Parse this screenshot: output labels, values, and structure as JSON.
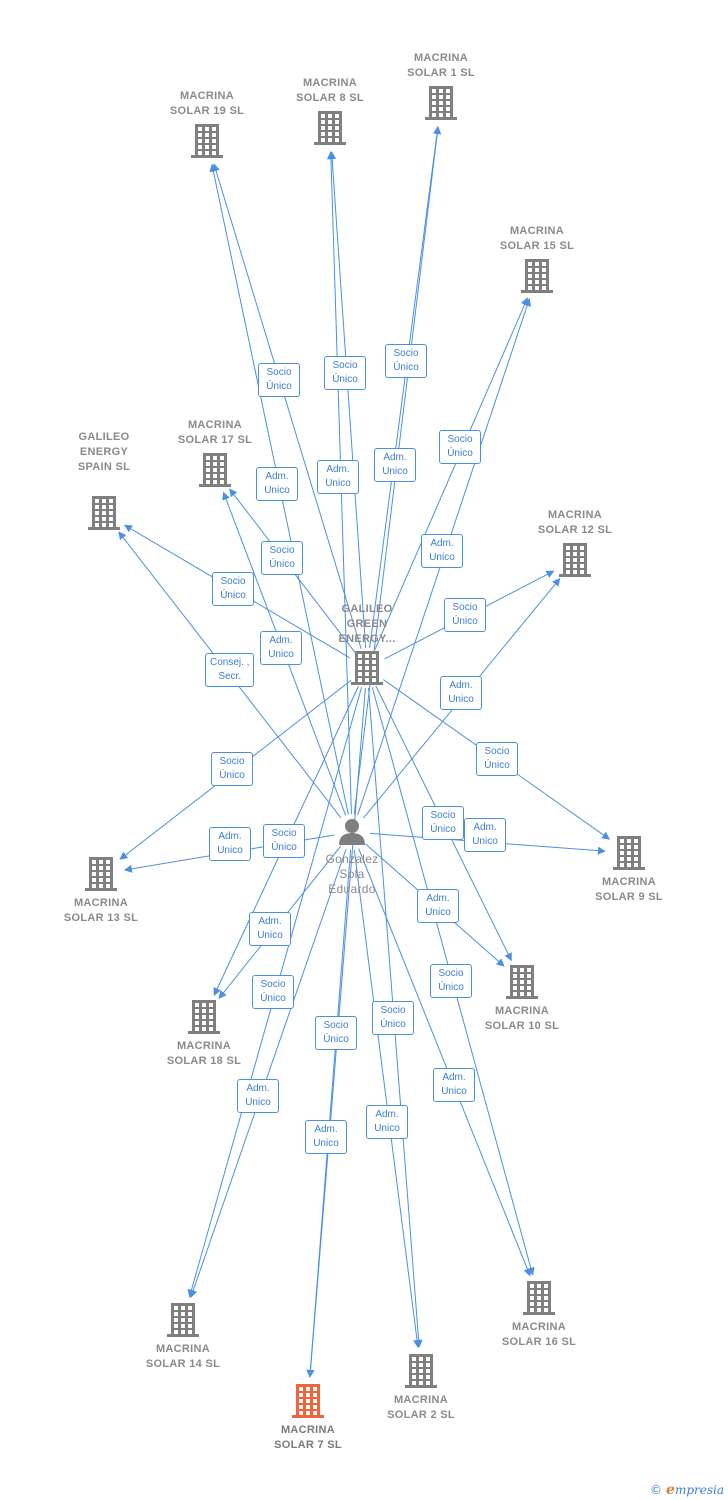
{
  "colors": {
    "edge": "#4a90e2",
    "building": "#7f7f7f",
    "building_highlight": "#f0643c",
    "person": "#7f7f7f",
    "label": "#8a8a8a"
  },
  "center_company": {
    "id": "galileo_green",
    "label": "GALILEO\nGREEN\nENERGY..."
  },
  "center_person": {
    "id": "person",
    "label": "Gonzalez\nSola\nEduardo"
  },
  "nodes": [
    {
      "id": "solar1",
      "label": "MACRINA\nSOLAR 1  SL",
      "icon": "building-icon"
    },
    {
      "id": "solar8",
      "label": "MACRINA\nSOLAR 8  SL",
      "icon": "building-icon"
    },
    {
      "id": "solar19",
      "label": "MACRINA\nSOLAR 19  SL",
      "icon": "building-icon"
    },
    {
      "id": "solar15",
      "label": "MACRINA\nSOLAR 15  SL",
      "icon": "building-icon"
    },
    {
      "id": "solar17",
      "label": "MACRINA\nSOLAR 17  SL",
      "icon": "building-icon"
    },
    {
      "id": "galileo_spain",
      "label": "GALILEO\nENERGY\nSPAIN  SL",
      "icon": "building-icon"
    },
    {
      "id": "solar12",
      "label": "MACRINA\nSOLAR 12  SL",
      "icon": "building-icon"
    },
    {
      "id": "solar9",
      "label": "MACRINA\nSOLAR 9  SL",
      "icon": "building-icon"
    },
    {
      "id": "solar13",
      "label": "MACRINA\nSOLAR 13  SL",
      "icon": "building-icon"
    },
    {
      "id": "solar10",
      "label": "MACRINA\nSOLAR 10  SL",
      "icon": "building-icon"
    },
    {
      "id": "solar18",
      "label": "MACRINA\nSOLAR 18  SL",
      "icon": "building-icon"
    },
    {
      "id": "solar16",
      "label": "MACRINA\nSOLAR 16  SL",
      "icon": "building-icon"
    },
    {
      "id": "solar14",
      "label": "MACRINA\nSOLAR 14  SL",
      "icon": "building-icon"
    },
    {
      "id": "solar2",
      "label": "MACRINA\nSOLAR 2  SL",
      "icon": "building-icon"
    },
    {
      "id": "solar7",
      "label": "MACRINA\nSOLAR 7  SL",
      "icon": "building-icon",
      "highlight": true
    }
  ],
  "edge_labels": {
    "socio_unico": "Socio\nÚnico",
    "adm_unico": "Adm.\nUnico",
    "consej_secr": "Consej. ,\nSecr."
  },
  "edges": [
    {
      "from": "galileo_green",
      "to": "solar19",
      "label": "socio_unico"
    },
    {
      "from": "galileo_green",
      "to": "solar8",
      "label": "socio_unico"
    },
    {
      "from": "galileo_green",
      "to": "solar1",
      "label": "socio_unico"
    },
    {
      "from": "galileo_green",
      "to": "solar15",
      "label": "socio_unico"
    },
    {
      "from": "galileo_green",
      "to": "solar17",
      "label": "socio_unico"
    },
    {
      "from": "galileo_green",
      "to": "galileo_spain",
      "label": "socio_unico"
    },
    {
      "from": "galileo_green",
      "to": "solar12",
      "label": "socio_unico"
    },
    {
      "from": "galileo_green",
      "to": "solar13",
      "label": "socio_unico"
    },
    {
      "from": "galileo_green",
      "to": "solar9",
      "label": "socio_unico"
    },
    {
      "from": "galileo_green",
      "to": "solar10",
      "label": "socio_unico"
    },
    {
      "from": "galileo_green",
      "to": "solar18",
      "label": "socio_unico"
    },
    {
      "from": "galileo_green",
      "to": "solar16",
      "label": "socio_unico"
    },
    {
      "from": "galileo_green",
      "to": "solar14",
      "label": "socio_unico"
    },
    {
      "from": "galileo_green",
      "to": "solar2",
      "label": "socio_unico"
    },
    {
      "from": "galileo_green",
      "to": "solar7",
      "label": "socio_unico"
    },
    {
      "from": "person",
      "to": "solar19",
      "label": "adm_unico"
    },
    {
      "from": "person",
      "to": "solar8",
      "label": "adm_unico"
    },
    {
      "from": "person",
      "to": "solar1",
      "label": "adm_unico"
    },
    {
      "from": "person",
      "to": "solar15",
      "label": "adm_unico"
    },
    {
      "from": "person",
      "to": "solar17",
      "label": "adm_unico"
    },
    {
      "from": "person",
      "to": "galileo_spain",
      "label": "consej_secr"
    },
    {
      "from": "person",
      "to": "solar12",
      "label": "adm_unico"
    },
    {
      "from": "person",
      "to": "solar13",
      "label": "adm_unico"
    },
    {
      "from": "person",
      "to": "solar9",
      "label": "adm_unico"
    },
    {
      "from": "person",
      "to": "solar10",
      "label": "adm_unico"
    },
    {
      "from": "person",
      "to": "solar18",
      "label": "adm_unico"
    },
    {
      "from": "person",
      "to": "solar16",
      "label": "adm_unico"
    },
    {
      "from": "person",
      "to": "solar14",
      "label": "adm_unico"
    },
    {
      "from": "person",
      "to": "solar2",
      "label": "adm_unico"
    },
    {
      "from": "person",
      "to": "solar7",
      "label": "adm_unico"
    }
  ],
  "footer": {
    "copyright": "©",
    "brand_first": "e",
    "brand_rest": "mpresia"
  }
}
